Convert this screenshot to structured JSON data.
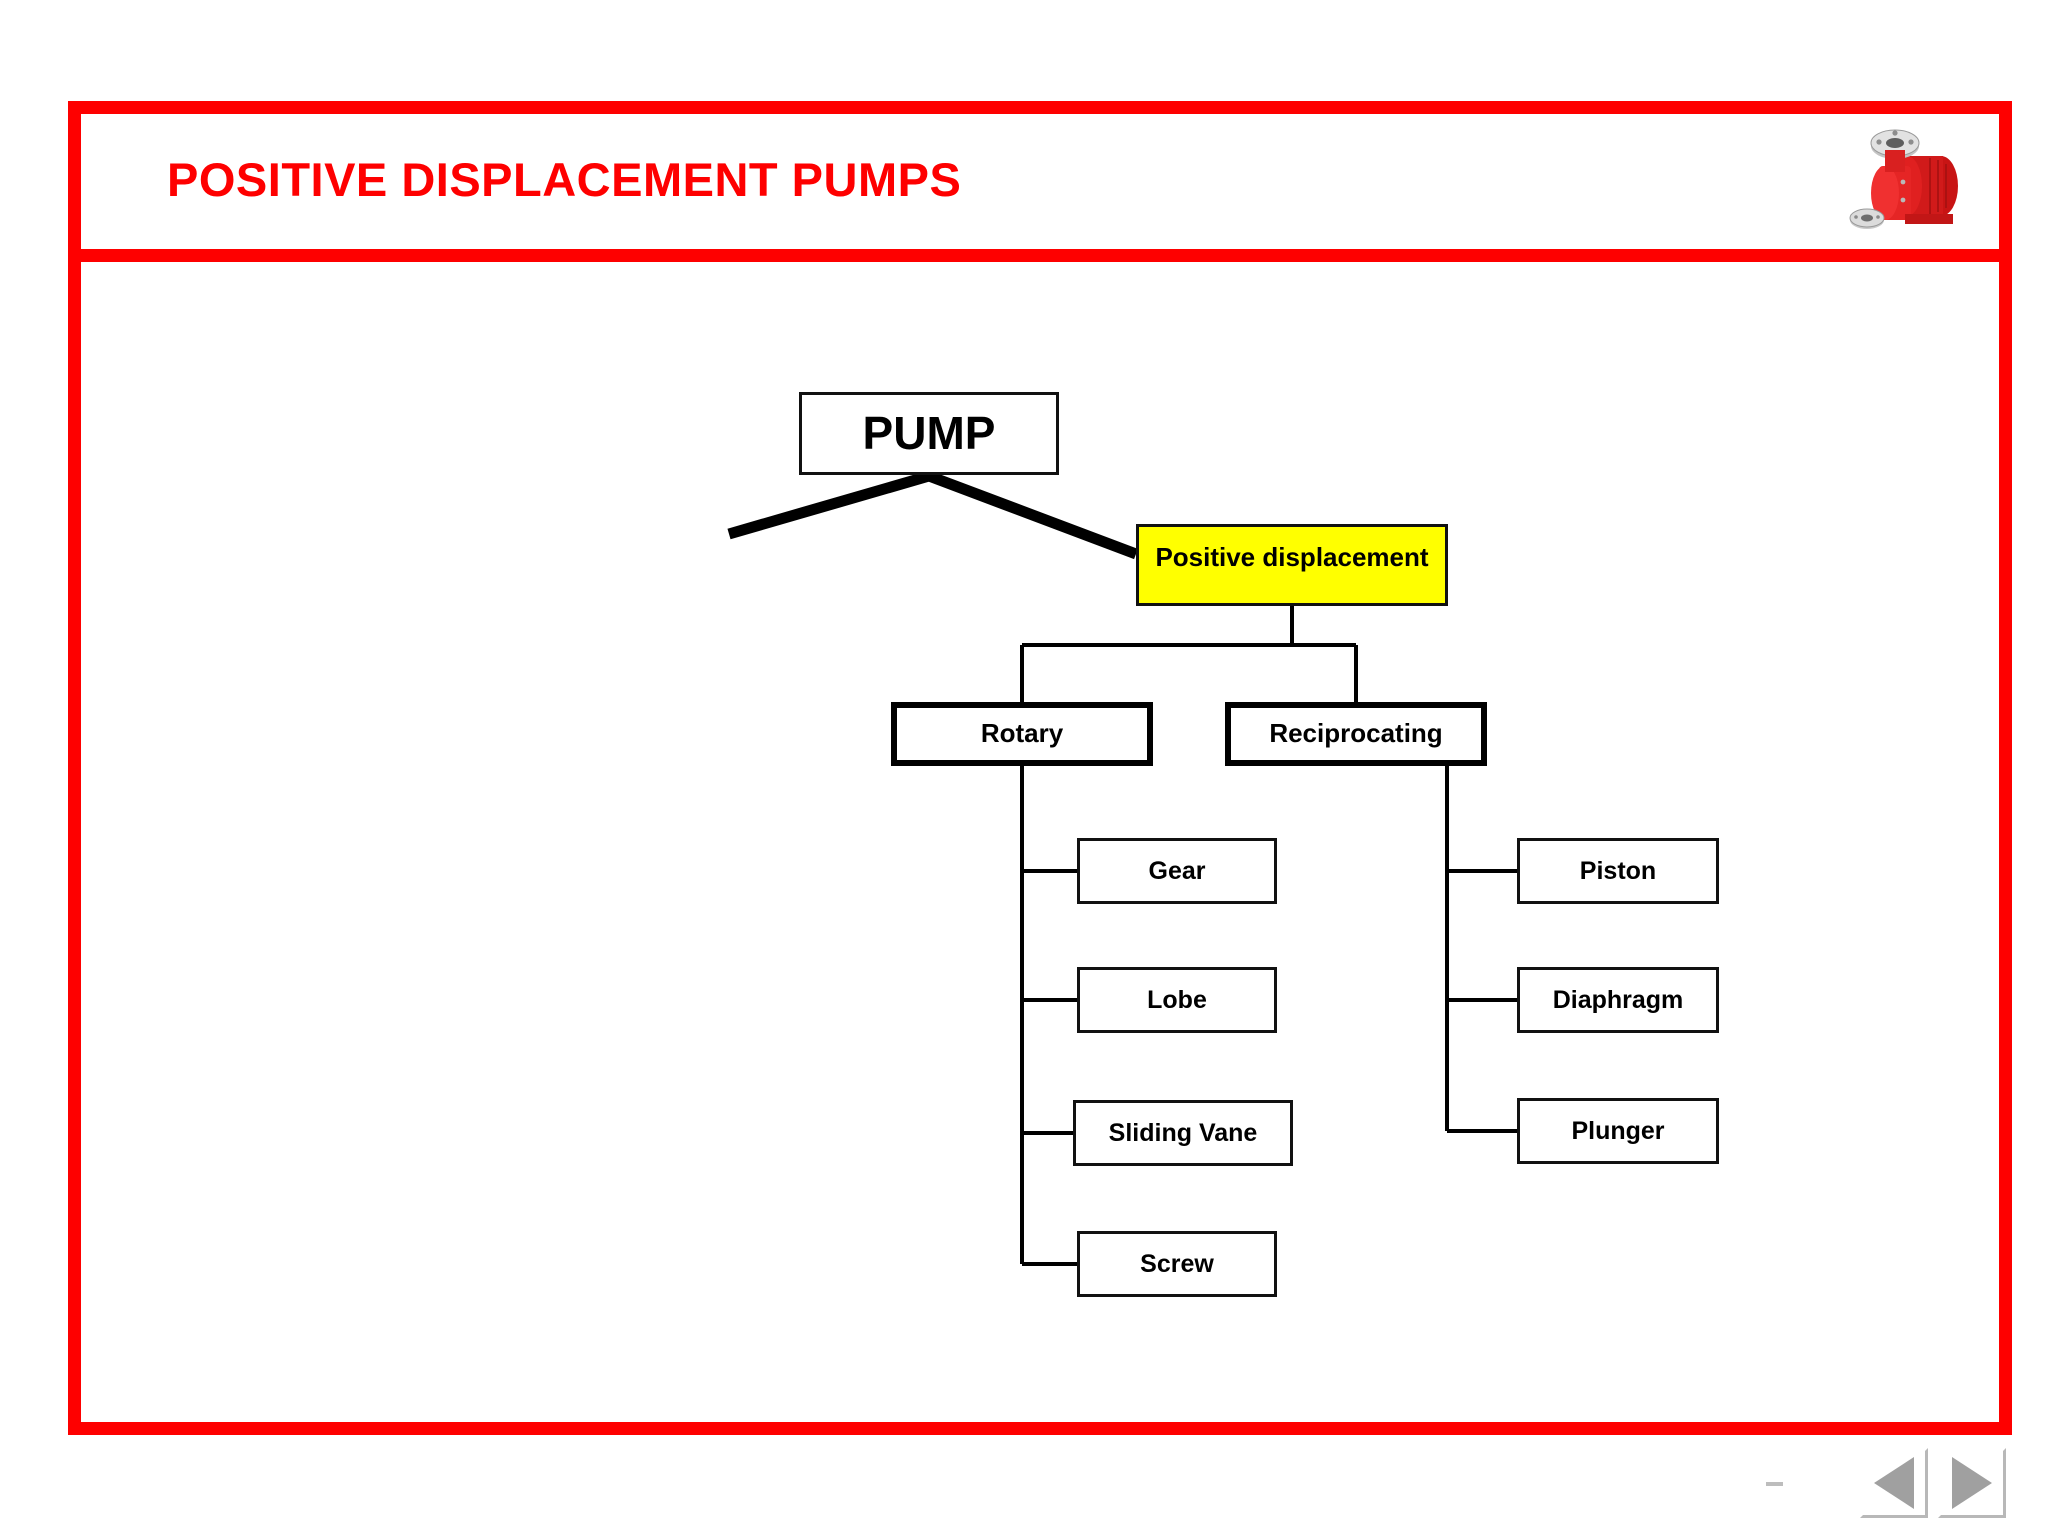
{
  "slide": {
    "title": "POSITIVE DISPLACEMENT PUMPS",
    "title_color": "#FE0000",
    "frame_color": "#FE0000",
    "background": "#FFFFFF",
    "logo_name": "pump-photo-logo"
  },
  "diagram": {
    "type": "tree",
    "root": {
      "label": "PUMP"
    },
    "level1": [
      {
        "label": "Positive displacement",
        "highlight_color": "#FFFF00"
      }
    ],
    "level2": [
      {
        "label": "Rotary"
      },
      {
        "label": "Reciprocating"
      }
    ],
    "rotary_children": [
      {
        "label": "Gear"
      },
      {
        "label": "Lobe"
      },
      {
        "label": "Sliding Vane"
      },
      {
        "label": "Screw"
      }
    ],
    "reciprocating_children": [
      {
        "label": "Piston"
      },
      {
        "label": "Diaphragm"
      },
      {
        "label": "Plunger"
      }
    ]
  },
  "nav": {
    "prev_label": "previous-slide",
    "next_label": "next-slide",
    "dash_label": "slide-dash"
  }
}
